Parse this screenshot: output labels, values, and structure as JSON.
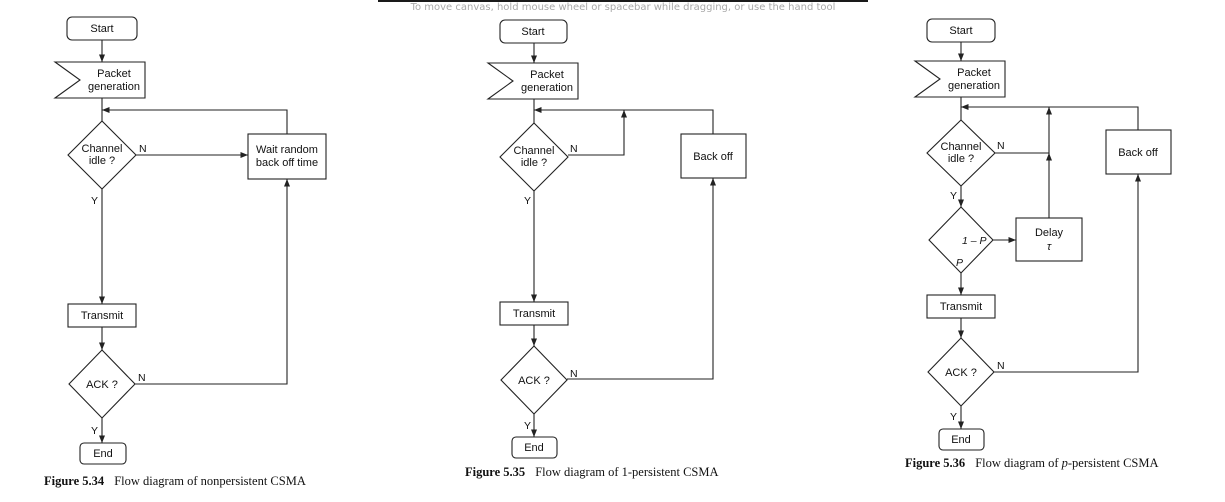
{
  "canvas_hint": "To move canvas, hold mouse wheel or spacebar while dragging, or use the hand tool",
  "figures": [
    {
      "caption_number": "Figure 5.34",
      "caption_text": "Flow diagram of nonpersistent CSMA",
      "nodes": {
        "start": "Start",
        "packet_line1": "Packet",
        "packet_line2": "generation",
        "channel_line1": "Channel",
        "channel_line2": "idle ?",
        "wait_line1": "Wait random",
        "wait_line2": "back off time",
        "transmit": "Transmit",
        "ack": "ACK ?",
        "end": "End"
      },
      "edge_labels": {
        "channel_no": "N",
        "channel_yes": "Y",
        "ack_no": "N",
        "ack_yes": "Y"
      }
    },
    {
      "caption_number": "Figure 5.35",
      "caption_text": "Flow diagram of 1-persistent CSMA",
      "nodes": {
        "start": "Start",
        "packet_line1": "Packet",
        "packet_line2": "generation",
        "channel_line1": "Channel",
        "channel_line2": "idle ?",
        "backoff": "Back off",
        "transmit": "Transmit",
        "ack": "ACK ?",
        "end": "End"
      },
      "edge_labels": {
        "channel_no": "N",
        "channel_yes": "Y",
        "ack_no": "N",
        "ack_yes": "Y"
      }
    },
    {
      "caption_number": "Figure 5.36",
      "caption_text_pre": "Flow diagram of ",
      "caption_text_italic": "p",
      "caption_text_post": "-persistent CSMA",
      "nodes": {
        "start": "Start",
        "packet_line1": "Packet",
        "packet_line2": "generation",
        "channel_line1": "Channel",
        "channel_line2": "idle ?",
        "backoff": "Back off",
        "delay_line1": "Delay",
        "delay_line2": "τ",
        "transmit": "Transmit",
        "ack": "ACK ?",
        "end": "End"
      },
      "edge_labels": {
        "channel_no": "N",
        "channel_yes": "Y",
        "prob_no": "1 – P",
        "prob_yes": "P",
        "ack_no": "N",
        "ack_yes": "Y"
      }
    }
  ]
}
